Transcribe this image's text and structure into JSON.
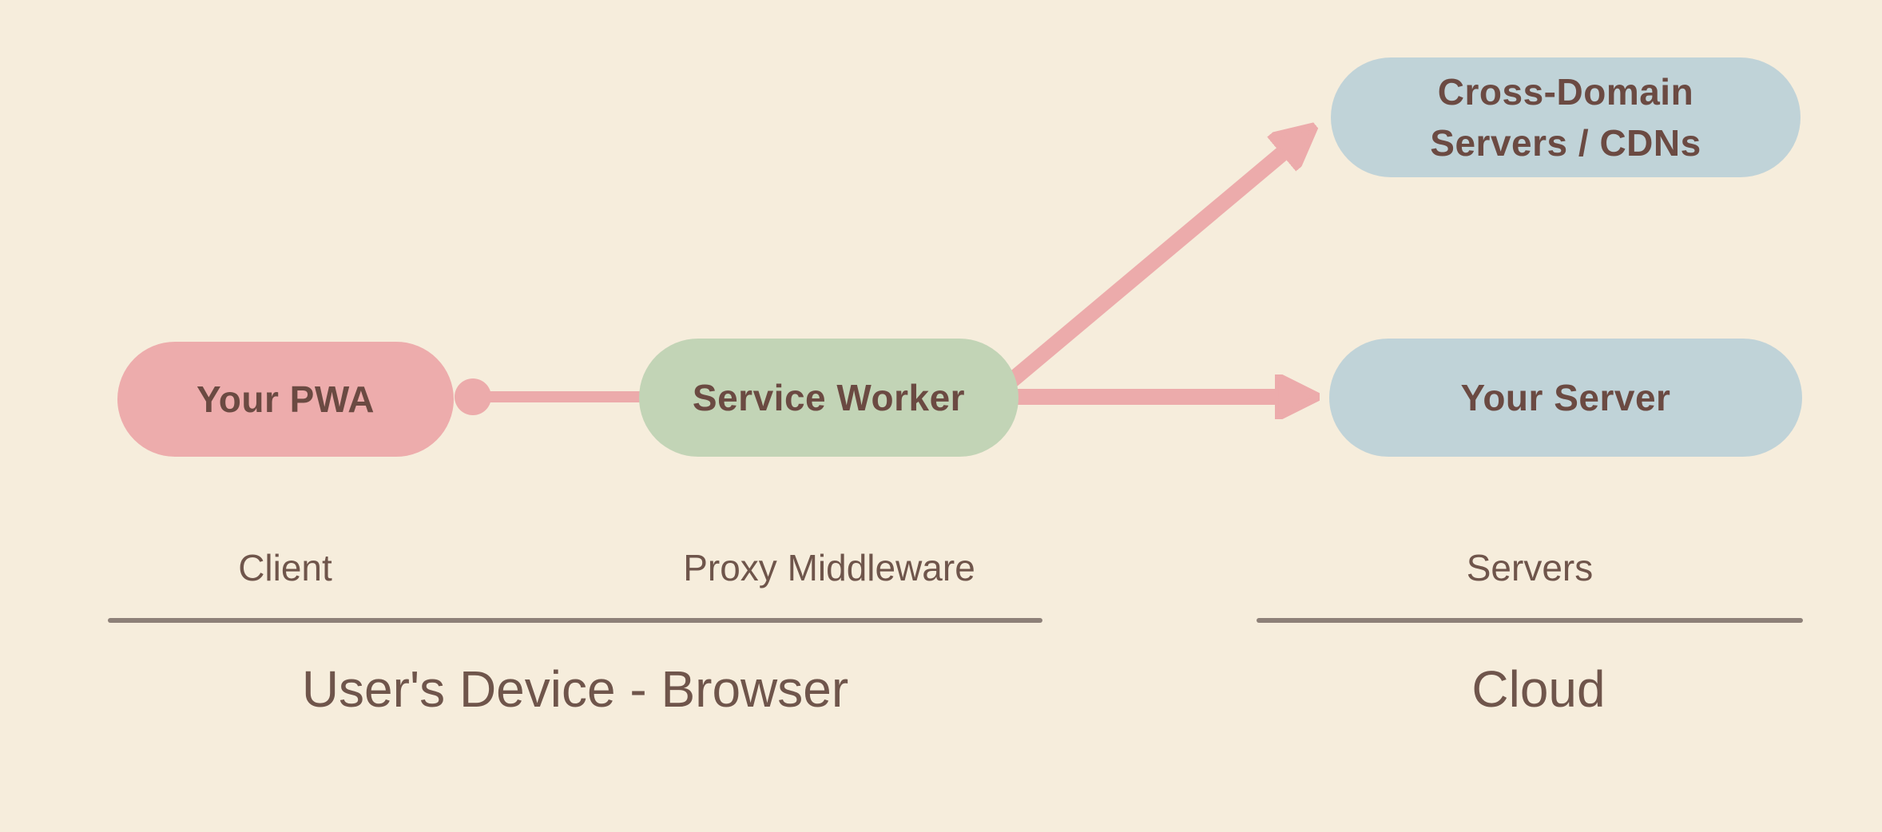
{
  "canvas": {
    "background": "#f6eddc"
  },
  "palette": {
    "pink": "#edacac",
    "green": "#c2d4b6",
    "blue": "#c0d3d8",
    "arrow": "#ecabab",
    "node_text": "#6b4a42",
    "label_text": "#6f554b",
    "divider": "#8d8078"
  },
  "diagram": {
    "nodes": [
      {
        "id": "your-pwa",
        "label": "Your PWA",
        "fill": "#edacac"
      },
      {
        "id": "service-worker",
        "label": "Service Worker",
        "fill": "#c2d4b6"
      },
      {
        "id": "cross-domain-servers",
        "label": "Cross-Domain Servers / CDNs",
        "lines": [
          "Cross-Domain",
          "Servers / CDNs"
        ],
        "fill": "#c0d3d8"
      },
      {
        "id": "your-server",
        "label": "Your Server",
        "fill": "#c0d3d8"
      }
    ],
    "edges": [
      {
        "from": "your-pwa",
        "to": "service-worker",
        "style": "line-with-dot",
        "color": "#ecabab"
      },
      {
        "from": "service-worker",
        "to": "cross-domain-servers",
        "style": "arrow",
        "color": "#ecabab"
      },
      {
        "from": "service-worker",
        "to": "your-server",
        "style": "arrow",
        "color": "#ecabab"
      }
    ],
    "roles": [
      {
        "label": "Client"
      },
      {
        "label": "Proxy Middleware"
      },
      {
        "label": "Servers"
      }
    ],
    "groups": [
      {
        "label": "User's Device - Browser"
      },
      {
        "label": "Cloud"
      }
    ]
  }
}
